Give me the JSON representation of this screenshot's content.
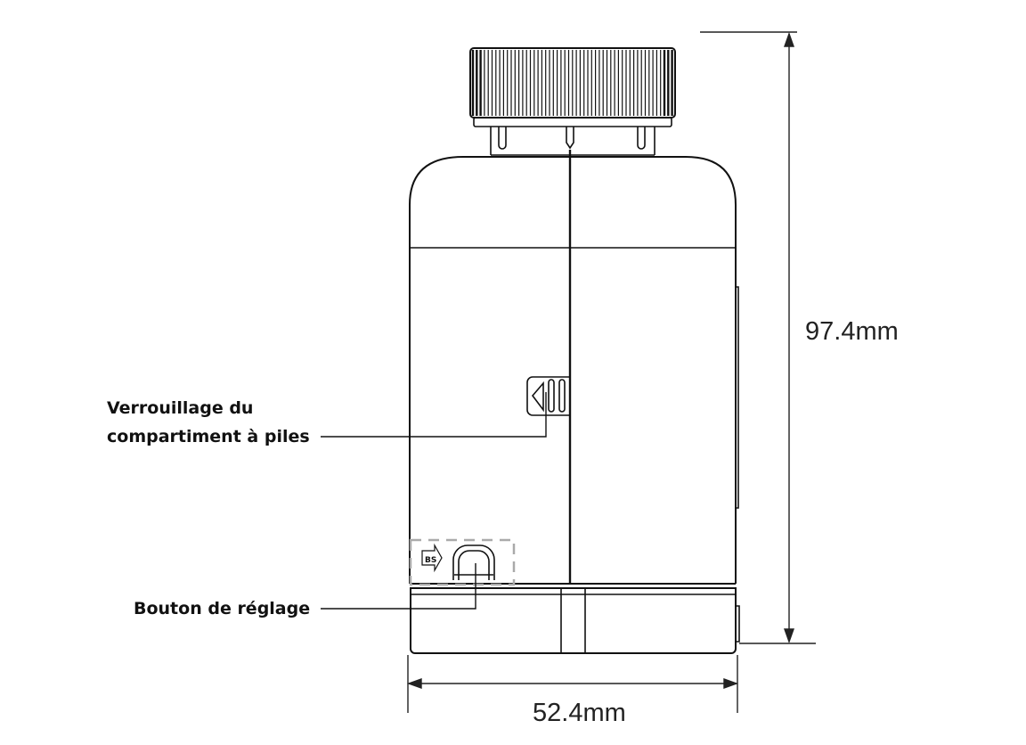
{
  "labels": {
    "battery_lock_line1": "Verrouillage du",
    "battery_lock_line2": "compartiment à piles",
    "adjust_button": "Bouton de réglage"
  },
  "dimensions": {
    "height": "97.4mm",
    "width": "52.4mm"
  },
  "button_marking": "BS"
}
